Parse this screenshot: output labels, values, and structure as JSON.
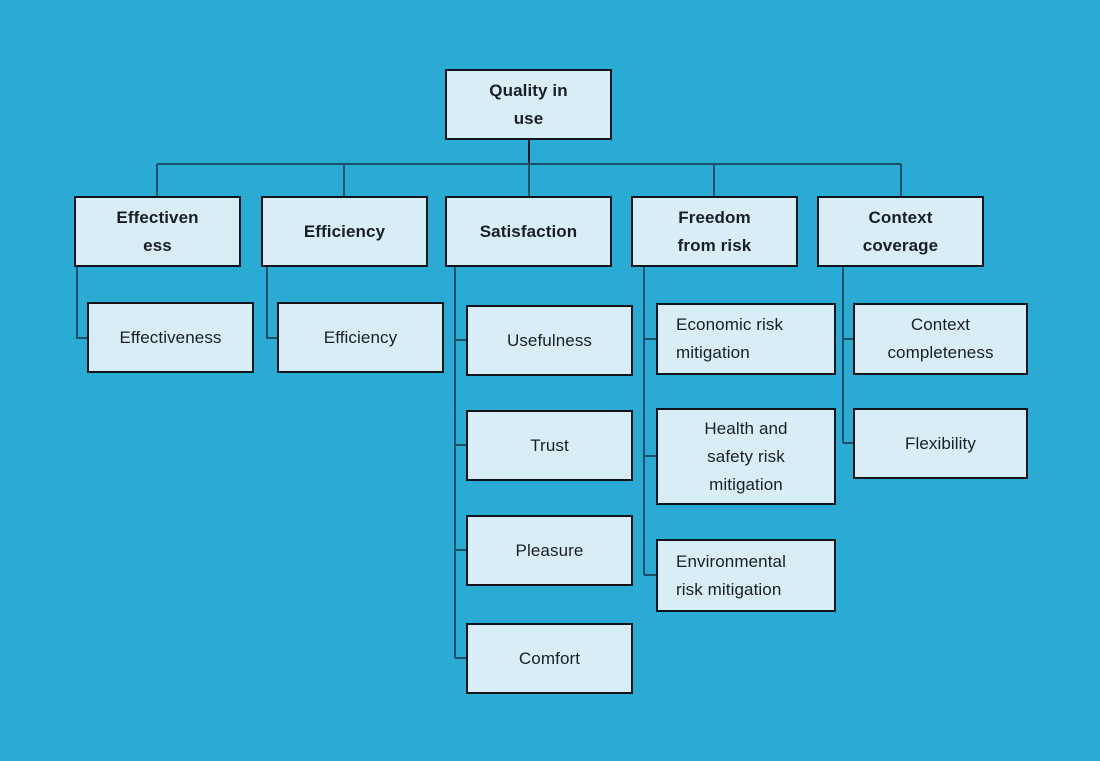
{
  "colors": {
    "background": "#29abd4",
    "node_fill": "#d8edf6",
    "node_border": "#0d141a",
    "connector": "#1d5068",
    "text": "#1a1f24"
  },
  "tree": {
    "root": {
      "label": "Quality in\nuse"
    },
    "parents": [
      {
        "label": "Effectiven\ness",
        "children": [
          {
            "label": "Effectiveness"
          }
        ]
      },
      {
        "label": "Efficiency",
        "children": [
          {
            "label": "Efficiency"
          }
        ]
      },
      {
        "label": "Satisfaction",
        "children": [
          {
            "label": "Usefulness"
          },
          {
            "label": "Trust"
          },
          {
            "label": "Pleasure"
          },
          {
            "label": "Comfort"
          }
        ]
      },
      {
        "label": "Freedom\nfrom risk",
        "children": [
          {
            "label": "Economic risk\nmitigation"
          },
          {
            "label": "Health and\nsafety risk\nmitigation"
          },
          {
            "label": "Environmental\nrisk mitigation"
          }
        ]
      },
      {
        "label": "Context\ncoverage",
        "children": [
          {
            "label": "Context\ncompleteness"
          },
          {
            "label": "Flexibility"
          }
        ]
      }
    ]
  }
}
